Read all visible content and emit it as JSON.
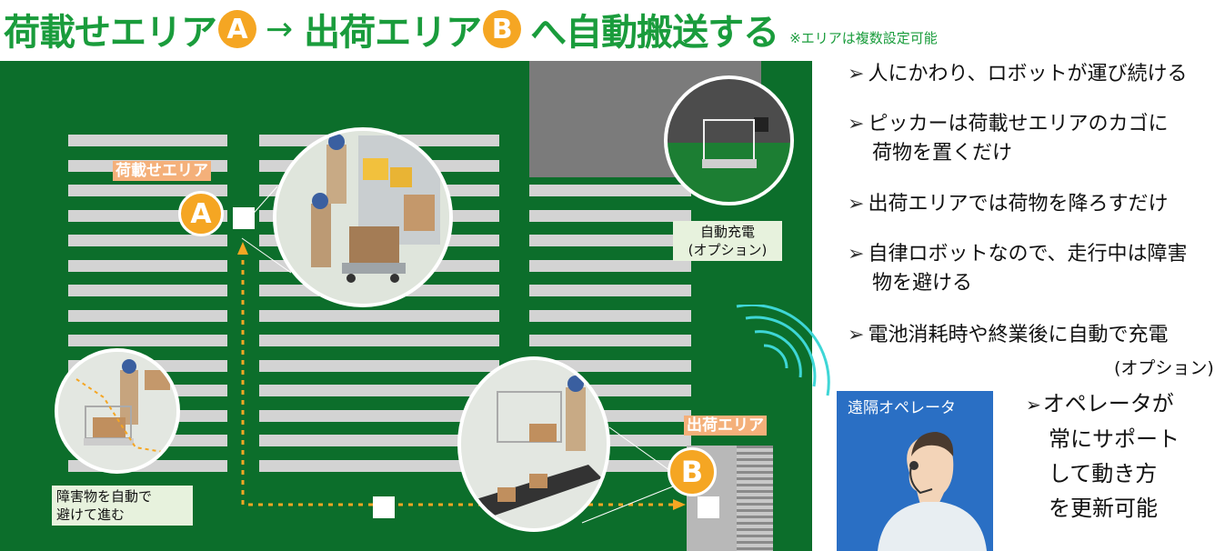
{
  "title": {
    "part1": "荷載せエリア",
    "badge_a": "A",
    "arrow": "→",
    "part2": "出荷エリア",
    "badge_b": "B",
    "part3": "へ自動搬送する",
    "note": "※エリアは複数設定可能"
  },
  "map": {
    "load_area_label": "荷載せエリア",
    "ship_area_label": "出荷エリア",
    "badge_a": "A",
    "badge_b": "B",
    "charge_label_line1": "自動充電",
    "charge_label_line2": "(オプション)",
    "obstacle_label_line1": "障害物を自動で",
    "obstacle_label_line2": "避けて進む"
  },
  "bullets": [
    {
      "marker": "➢",
      "lines": [
        "人にかわり、ロボットが運び続ける"
      ]
    },
    {
      "marker": "➢",
      "lines": [
        "ピッカーは荷載せエリアのカゴに",
        "荷物を置くだけ"
      ]
    },
    {
      "marker": "➢",
      "lines": [
        "出荷エリアでは荷物を降ろすだけ"
      ]
    },
    {
      "marker": "➢",
      "lines": [
        "自律ロボットなので、走行中は障害",
        "物を避ける"
      ]
    },
    {
      "marker": "➢",
      "lines": [
        "電池消耗時や終業後に自動で充電"
      ]
    }
  ],
  "bullet5_option": "(オプション)",
  "operator": {
    "label": "遠隔オペレータ",
    "marker": "➢",
    "lines": [
      "オペレータが",
      "常にサポート",
      "して動き方",
      "を更新可能"
    ]
  },
  "colors": {
    "title_green": "#1a9c3c",
    "floor_green": "#0c6e2b",
    "accent_orange": "#f5a623",
    "operator_blue": "#2a6fc4"
  }
}
